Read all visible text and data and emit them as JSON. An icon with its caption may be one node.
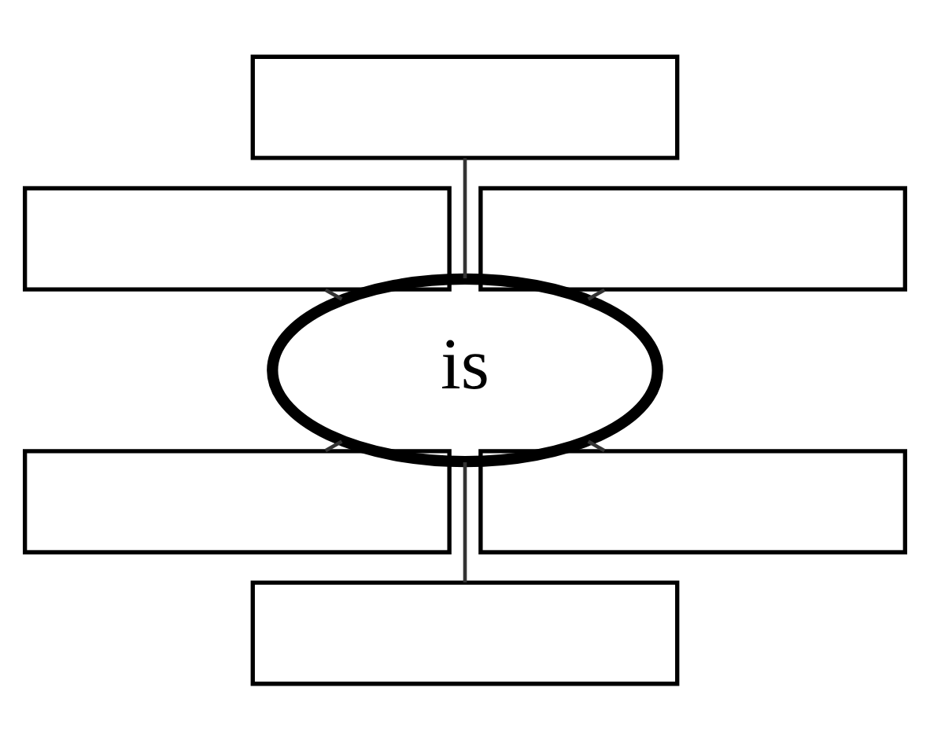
{
  "diagram": {
    "nodes": [
      {
        "text": [],
        "shape": "box"
      },
      {
        "text": [],
        "shape": "box"
      },
      {
        "text": [],
        "shape": "box"
      },
      {
        "text": [
          "is"
        ]
      },
      {
        "text": [],
        "shape": "box"
      },
      {
        "text": [],
        "shape": "box"
      },
      {
        "text": [],
        "shape": "box"
      }
    ],
    "edges": [
      {
        "from": 3,
        "to": 0,
        "arrow": "none"
      },
      {
        "from": 3,
        "to": 1,
        "arrow": "none"
      },
      {
        "from": 3,
        "to": 2,
        "arrow": "none"
      },
      {
        "from": 3,
        "to": 4,
        "arrow": "none"
      },
      {
        "from": 3,
        "to": 5,
        "arrow": "none"
      },
      {
        "from": 3,
        "to": 6,
        "arrow": "none"
      }
    ]
  }
}
